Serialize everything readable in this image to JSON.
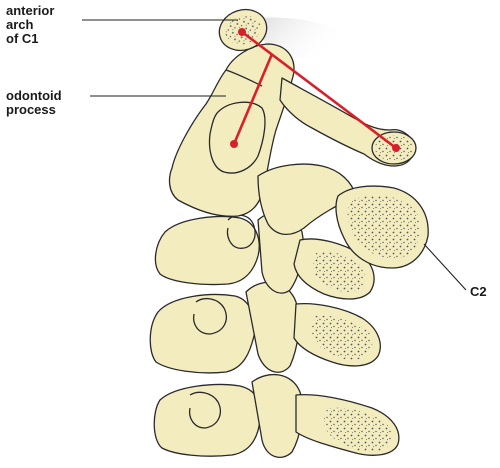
{
  "labels": {
    "anterior_arch": [
      "anterior",
      "arch",
      "of C1"
    ],
    "odontoid": [
      "odontoid",
      "process"
    ],
    "c2": "C2"
  },
  "colors": {
    "bone_fill": "#f3ecbf",
    "bone_shadow": "#ddd29a",
    "outline": "#2a2a2a",
    "cancellous_dots": "#555555",
    "measure_line": "#d9202a",
    "leader_line": "#222222",
    "haze": "#dcdcdc"
  }
}
